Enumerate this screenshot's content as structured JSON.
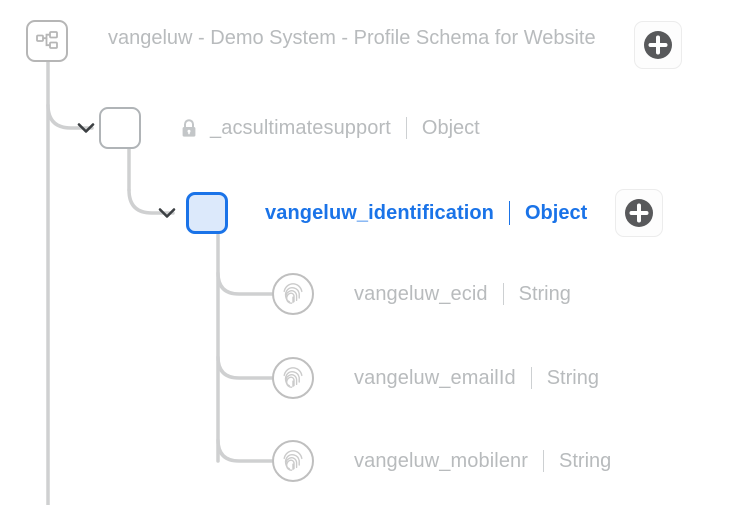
{
  "header": {
    "root_icon": "sitemap-icon",
    "title": "vangeluw - Demo System - Profile Schema for Website",
    "add_button_icon": "plus-circle-icon",
    "add_button_label": "+"
  },
  "colors": {
    "accent": "#1a73e8",
    "accent_fill": "#dce9fb",
    "text_muted": "#b8bbbd",
    "line": "#cfd0d1",
    "node_border": "#b0b4b7",
    "plus_circle": "#58595b"
  },
  "tree": {
    "nodes": [
      {
        "name": "_acsultimatesupport",
        "type": "Object",
        "separator": "|",
        "icon": "lock-icon",
        "node_icon": "object-square-icon",
        "expander": "chevron-down-icon",
        "selected": false,
        "has_add_button": false
      },
      {
        "name": "vangeluw_identification",
        "type": "Object",
        "separator": "|",
        "node_icon": "object-square-icon",
        "expander": "chevron-down-icon",
        "selected": true,
        "has_add_button": true,
        "add_button_icon": "plus-circle-icon"
      },
      {
        "name": "vangeluw_ecid",
        "type": "String",
        "separator": "|",
        "node_icon": "fingerprint-icon",
        "selected": false,
        "has_add_button": false
      },
      {
        "name": "vangeluw_emailId",
        "type": "String",
        "separator": "|",
        "node_icon": "fingerprint-icon",
        "selected": false,
        "has_add_button": false
      },
      {
        "name": "vangeluw_mobilenr",
        "type": "String",
        "separator": "|",
        "node_icon": "fingerprint-icon",
        "selected": false,
        "has_add_button": false
      }
    ]
  }
}
